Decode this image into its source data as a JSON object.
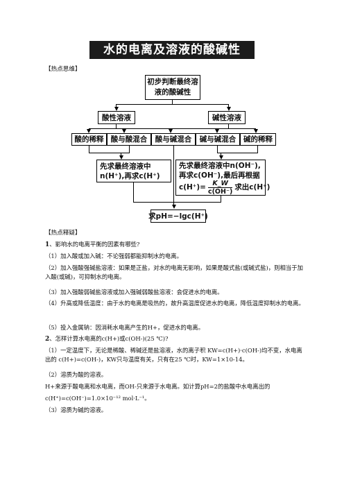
{
  "title": "水的电离及溶液的酸碱性",
  "hot_thinking_label": "【热点思维】",
  "flowchart": {
    "top": "初步判断最终溶液的酸碱性",
    "acidic": "酸性溶液",
    "basic": "碱性溶液",
    "acid_dilution": "酸的稀释",
    "acid_acid_mix": "酸与酸混合",
    "acid_base_mix": "酸与碱混合",
    "base_base_mix": "碱与碱混合",
    "base_dilution": "碱的稀释",
    "left_result_line1": "先求最终溶液中",
    "left_result_line2": "n(H⁺),再求c(H⁺)",
    "right_result_line1": "先求最终溶液中n(OH⁻),",
    "right_result_line2": "再求c(OH⁻),最后再根据",
    "right_result_line3_prefix": "c(H⁺)=",
    "right_result_frac_top": "K_W",
    "right_result_frac_bottom": "c(OH⁻)",
    "right_result_line3_suffix": "求出c(H⁺)",
    "final": "求pH=−lgc(H⁺)"
  },
  "hot_explain_label": "【热点释疑】",
  "q1_number": "1",
  "q1_title": "、影响水的电离平衡的因素有哪些?",
  "paragraphs": {
    "p1": "（1）加入酸或加入碱：不论强弱都能抑制水的电离。",
    "p2": "（2）加入强酸强碱盐溶液：如果是正盐，对水的电离无影响，如果是酸式盐(或碱式盐)，则相当于加入酸(或碱)，可抑制水的电离。",
    "p3": "（3）加入强酸弱碱盐溶液或加入强碱弱酸盐溶液：会促进水的电离。",
    "p4": "（4）升高或降低温度：由于水的电离是吸热的，故升高温度促进水的电离，降低温度抑制水的电离。",
    "p5": "（5）投入金属钠：因消耗水电离产生的H+，促进水的电离。",
    "q2_number": "2",
    "q2_title": "、怎样计算水电离的c(H+)或c(OH-)(25 ℃)?",
    "p6": "（1）一定温度下，无论是稀酸、稀碱还是盐溶液，水的离子积 KW=c(H+)·c(OH-)均不变，水电离出的 c(H+)=c(OH-)，KW只与温度有关，只有在25 ℃时，KW=1×10-14。",
    "p7": "（2）溶质为酸的溶液。",
    "p8": "H+来源于酸电离和水电离，而OH-只来源于水电离。如计算pH=2的盐酸中水电离出的",
    "p9": "c(H⁺)=c(OH⁻)=1.0×10⁻¹² mol·L⁻¹。",
    "p10": "（3）溶质为碱的溶液。"
  }
}
